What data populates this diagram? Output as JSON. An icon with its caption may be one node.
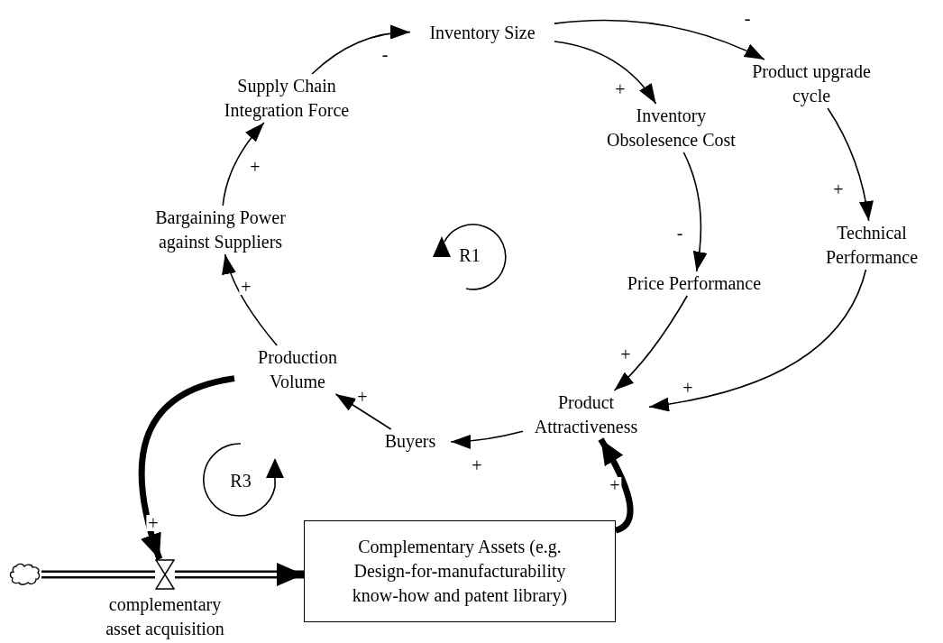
{
  "diagram": {
    "nodes": [
      {
        "text": [
          "Inventory Size"
        ]
      },
      {
        "text": [
          "Supply Chain Integration Force"
        ]
      },
      {
        "text": [
          "Product upgrade cycle"
        ]
      },
      {
        "text": [
          "Inventory Obsolesence Cost"
        ]
      },
      {
        "text": [
          "Bargaining Power against Suppliers"
        ]
      },
      {
        "text": [
          "Technical Performance"
        ]
      },
      {
        "text": [
          "Price Performance"
        ]
      },
      {
        "text": [
          "Production Volume"
        ]
      },
      {
        "text": [
          "Product Attractiveness"
        ]
      },
      {
        "text": [
          "Buyers"
        ]
      },
      {
        "text": [],
        "shape": "cloud"
      },
      {
        "text": [],
        "shape": "valve",
        "beside": [
          "complementary asset acquisition"
        ]
      },
      {
        "text": [
          "Complementary Assets (e.g. Design-for-manufacturability know-how and patent library)"
        ]
      }
    ],
    "edges": [
      {
        "from": 1,
        "to": 0,
        "arrow": "to",
        "label": "-"
      },
      {
        "from": 4,
        "to": 1,
        "arrow": "to",
        "label": "+"
      },
      {
        "from": 7,
        "to": 4,
        "arrow": "to",
        "label": "+"
      },
      {
        "from": 0,
        "to": 3,
        "arrow": "to",
        "label": "+"
      },
      {
        "from": 0,
        "to": 2,
        "arrow": "to",
        "label": "-"
      },
      {
        "from": 3,
        "to": 6,
        "arrow": "to",
        "label": "-"
      },
      {
        "from": 2,
        "to": 5,
        "arrow": "to",
        "label": "+"
      },
      {
        "from": 6,
        "to": 8,
        "arrow": "to",
        "label": "+"
      },
      {
        "from": 5,
        "to": 8,
        "arrow": "to",
        "label": "+"
      },
      {
        "from": 8,
        "to": 9,
        "arrow": "to",
        "label": "+"
      },
      {
        "from": 9,
        "to": 7,
        "arrow": "to",
        "label": "+"
      },
      {
        "from": 7,
        "to": 11,
        "arrow": "to",
        "label": "+",
        "style": "thick"
      },
      {
        "from": 12,
        "to": 8,
        "arrow": "to",
        "label": "+",
        "style": "thick"
      },
      {
        "from": 10,
        "to": 11,
        "arrow": "none",
        "style": "thick"
      },
      {
        "from": 11,
        "to": 12,
        "arrow": "to",
        "style": "thick"
      }
    ],
    "labels": [
      "R1",
      "R3"
    ]
  }
}
